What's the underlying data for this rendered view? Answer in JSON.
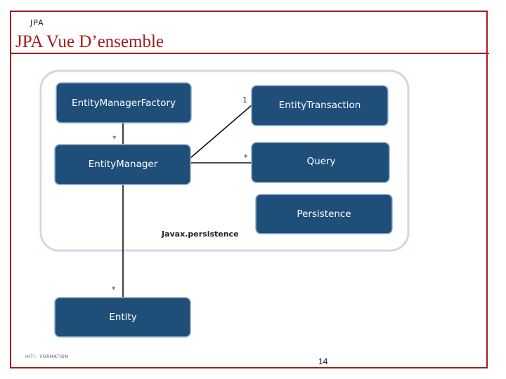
{
  "header": {
    "section_label": "JPA",
    "title": "JPA Vue D’ensemble"
  },
  "diagram": {
    "package_label": "Javax.persistence",
    "boxes": {
      "entity_manager_factory": "EntityManagerFactory",
      "entity_transaction": "EntityTransaction",
      "entity_manager": "EntityManager",
      "query": "Query",
      "persistence": "Persistence",
      "entity": "Entity"
    },
    "multiplicities": {
      "factory_manager": "*",
      "manager_transaction": "1",
      "manager_query": "*",
      "manager_entity": "*"
    }
  },
  "footer": {
    "organization": "IHTI · FORMATION",
    "page_number": "14"
  },
  "colors": {
    "accent": "#a51d1d",
    "box_fill": "#1f4e79"
  }
}
